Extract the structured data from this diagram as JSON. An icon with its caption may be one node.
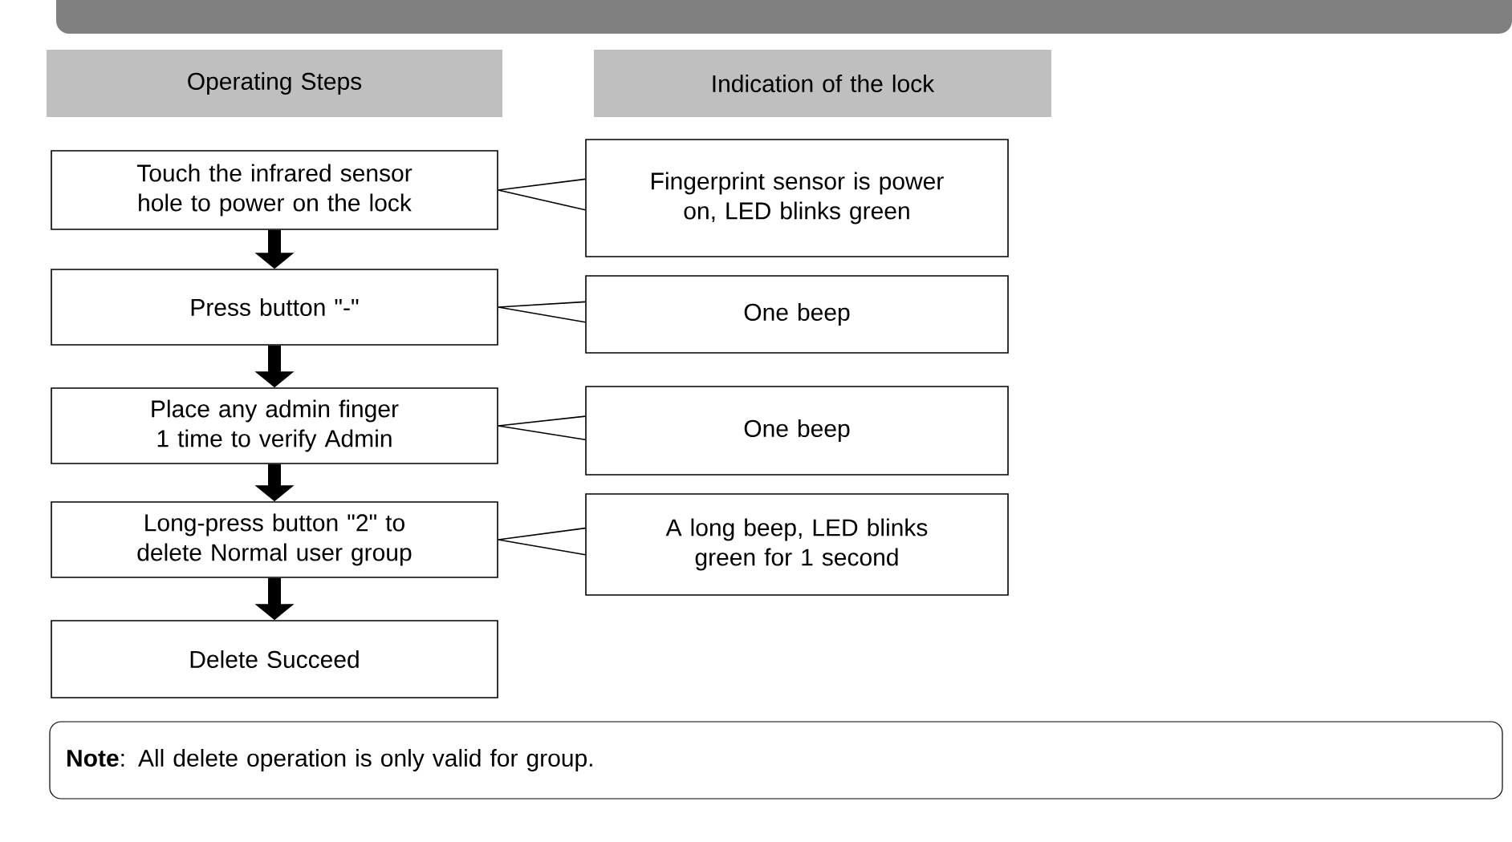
{
  "diagram": {
    "nodes": [
      {
        "text": [
          "Operating Steps"
        ]
      },
      {
        "text": [
          "Indication of the lock"
        ]
      },
      {
        "text": [
          "Touch the infrared sensor hole to power on the lock"
        ]
      },
      {
        "text": [
          "Press button  \"-\""
        ]
      },
      {
        "text": [
          "Place any admin finger  1 time to verify Admin"
        ]
      },
      {
        "text": [
          "Long-press button \"2\" to delete Normal user group"
        ]
      },
      {
        "text": [
          "Delete Succeed"
        ]
      },
      {
        "text": [
          "Fingerprint sensor is power on, LED blinks green"
        ]
      },
      {
        "text": [
          "One beep"
        ]
      },
      {
        "text": [
          "One beep"
        ]
      },
      {
        "text": [
          "A long beep, LED blinks green for 1 second"
        ]
      },
      {
        "text": [
          "**Note**: All delete operation is only valid for group."
        ]
      }
    ],
    "edges": [
      {
        "from": 2,
        "to": 3,
        "arrow": "to",
        "style": "thick"
      },
      {
        "from": 3,
        "to": 4,
        "arrow": "to",
        "style": "thick"
      },
      {
        "from": 4,
        "to": 5,
        "arrow": "to",
        "style": "thick"
      },
      {
        "from": 5,
        "to": 6,
        "arrow": "to",
        "style": "thick"
      },
      {
        "from": 7,
        "to": 2,
        "arrow": "none"
      },
      {
        "from": 8,
        "to": 3,
        "arrow": "none"
      },
      {
        "from": 9,
        "to": 4,
        "arrow": "none"
      },
      {
        "from": 10,
        "to": 5,
        "arrow": "none"
      }
    ]
  }
}
